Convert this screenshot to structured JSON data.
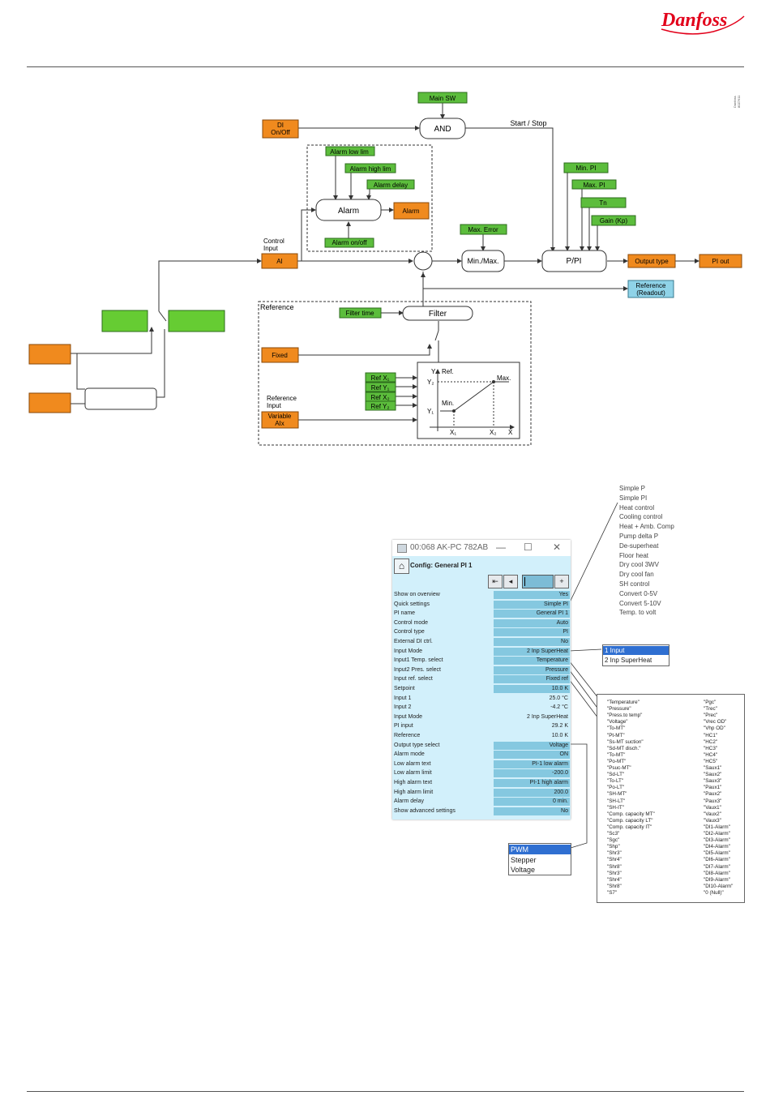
{
  "brand": {
    "logo_text": "Danfoss",
    "color": "#e2001a"
  },
  "diagram": {
    "side_code": [
      "Danfoss",
      "80Z7611"
    ],
    "main_sw": "Main SW",
    "di_on_off": [
      "DI",
      "On/Off"
    ],
    "and": "AND",
    "start_stop": "Start / Stop",
    "alarm_low_lim": "Alarm low lim",
    "alarm_high_lim": "Alarm high lim",
    "alarm_delay": "Alarm delay",
    "alarm": "Alarm",
    "alarm_out": "Alarm",
    "alarm_on_off": "Alarm on/off",
    "control_input": [
      "Control",
      "Input"
    ],
    "ai": "AI",
    "max_error": "Max. Error",
    "min_max": "Min./Max.",
    "min_pi": "Min. PI",
    "max_pi": "Max. PI",
    "tn": "Tn",
    "gain": "Gain (Kp)",
    "p_pi": "P/PI",
    "output_type": "Output type",
    "pi_out": "PI out",
    "reference_readout": [
      "Reference",
      "(Readout)"
    ],
    "reference": "Reference",
    "filter_time": "Filter time",
    "filter": "Filter",
    "fixed": "Fixed",
    "ref_x1": "Ref X₁",
    "ref_y1": "Ref Y₁",
    "ref_x2": "Ref X₂",
    "ref_y2": "Ref Y₂",
    "reference_input": [
      "Reference",
      "Input"
    ],
    "variable_aix": [
      "Variable",
      "AIx"
    ],
    "graph": {
      "y": "Y",
      "ref": "Ref.",
      "y2": "Y₂",
      "y1": "Y₁",
      "min": "Min.",
      "max": "Max.",
      "x1": "X₁",
      "x2": "X₂",
      "x": "X"
    },
    "colors": {
      "green": "#5cbd3c",
      "orange": "#f08a1e",
      "cyan": "#8fd3e8",
      "bright_green": "#66cc33"
    }
  },
  "config_window": {
    "title": "00:068 AK-PC 782AB",
    "heading": "Config: General PI 1",
    "rows": [
      {
        "label": "Show on overview",
        "value": "Yes",
        "editable": true
      },
      {
        "label": "Quick settings",
        "value": "Simple PI",
        "editable": true
      },
      {
        "label": "PI name",
        "value": "General PI 1",
        "editable": true
      },
      {
        "label": "Control mode",
        "value": "Auto",
        "editable": true
      },
      {
        "label": "Control type",
        "value": "PI",
        "editable": true
      },
      {
        "label": "External DI ctrl.",
        "value": "No",
        "editable": true
      },
      {
        "label": "Input Mode",
        "value": "2 Inp SuperHeat",
        "editable": true
      },
      {
        "label": "Input1 Temp. select",
        "value": "Temperature",
        "editable": true
      },
      {
        "label": "Input2 Pres. select",
        "value": "Pressure",
        "editable": true
      },
      {
        "label": "Input ref. select",
        "value": "Fixed ref",
        "editable": true
      },
      {
        "label": "Setpoint",
        "value": "10.0 K",
        "editable": true
      },
      {
        "label": "Input 1",
        "value": "25.0 °C",
        "editable": false
      },
      {
        "label": "Input 2",
        "value": "-4.2 °C",
        "editable": false
      },
      {
        "label": "Input Mode",
        "value": "2 Inp SuperHeat",
        "editable": false
      },
      {
        "label": "PI input",
        "value": "29.2 K",
        "editable": false
      },
      {
        "label": "Reference",
        "value": "10.0 K",
        "editable": false
      },
      {
        "label": "Output type select",
        "value": "Voltage",
        "editable": true
      },
      {
        "label": "Alarm mode",
        "value": "ON",
        "editable": true
      },
      {
        "label": "Low alarm text",
        "value": "PI-1 low alarm",
        "editable": true
      },
      {
        "label": "Low alarm limit",
        "value": "-200.0",
        "editable": true
      },
      {
        "label": "High alarm text",
        "value": "PI-1 high alarm",
        "editable": true
      },
      {
        "label": "High alarm limit",
        "value": "200.0",
        "editable": true
      },
      {
        "label": "Alarm delay",
        "value": "0 min.",
        "editable": true
      },
      {
        "label": "Show advanced settings",
        "value": "No",
        "editable": true
      }
    ]
  },
  "quick_settings_options": [
    "Simple P",
    "Simple PI",
    "Heat control",
    "Cooling control",
    "Heat + Amb. Comp",
    "Pump delta P",
    "De-superheat",
    "Floor heat",
    "Dry cool 3WV",
    "Dry cool fan",
    "SH control",
    "Convert 0-5V",
    "Convert 5-10V",
    "Temp. to volt"
  ],
  "input_mode_options": [
    "1 Input",
    "2 Inp SuperHeat"
  ],
  "input_mode_selected": "1 Input",
  "output_type_options": [
    "PWM",
    "Stepper",
    "Voltage"
  ],
  "output_type_selected": "PWM",
  "signal_options_left": [
    "\"Temperature\"",
    "\"Pressure\"",
    "\"Press.to temp\"",
    "\"Voltage\"",
    "\"To-MT\"",
    "\"Pt-MT\"",
    "\"Ss-MT suction\"",
    "\"Sd-MT disch.\"",
    "\"To-MT\"",
    "\"Po-MT\"",
    "\"Psuc-MT\"",
    "\"Sd-LT\"",
    "\"To-LT\"",
    "\"Po-LT\"",
    "\"SH-MT\"",
    "\"SH-LT\"",
    "\"SH-IT\"",
    "\"Comp. capacity MT\"",
    "\"Comp. capacity LT\"",
    "\"Comp. capacity IT\"",
    "\"Sc3\"",
    "\"Sgc\"",
    "\"Shp\"",
    "\"Shr3\"",
    "\"Shr4\"",
    "\"Shr8\"",
    "\"Shr3\"",
    "\"Shr4\"",
    "\"Shr8\"",
    "\"S7\""
  ],
  "signal_options_right": [
    "\"Pgc\"",
    "\"Trec\"",
    "\"Prec\"",
    "\"Vrec OD\"",
    "\"Vhp OD\"",
    "\"HC1\"",
    "\"HC2\"",
    "\"HC3\"",
    "\"HC4\"",
    "\"HC5\"",
    "\"Saux1\"",
    "\"Saux2\"",
    "\"Saux3\"",
    "\"Paux1\"",
    "\"Paux2\"",
    "\"Paux3\"",
    "\"Vaux1\"",
    "\"Vaux2\"",
    "\"Vaux3\"",
    "\"DI1-Alarm\"",
    "\"DI2-Alarm\"",
    "\"DI3-Alarm\"",
    "\"DI4-Alarm\"",
    "\"DI5-Alarm\"",
    "\"DI6-Alarm\"",
    "\"DI7-Alarm\"",
    "\"DI8-Alarm\"",
    "\"DI9-Alarm\"",
    "\"DI10-Alarm\"",
    "\"0 (Null)\""
  ]
}
